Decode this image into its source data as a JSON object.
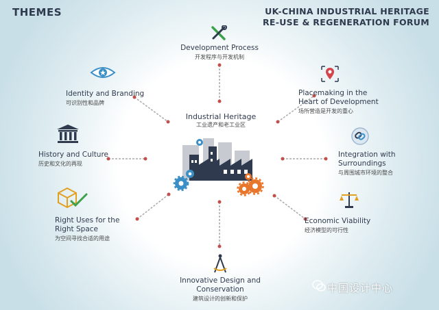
{
  "header": {
    "themes": "THEMES",
    "forum_line1": "UK-CHINA INDUSTRIAL HERITAGE",
    "forum_line2": "RE-USE & REGENERATION FORUM"
  },
  "center": {
    "en": "Industrial Heritage",
    "zh": "工业遗产和老工业区"
  },
  "nodes": {
    "development": {
      "en": "Development Process",
      "zh": "开发程序与开发机制",
      "icon": "tools-icon"
    },
    "placemaking": {
      "en1": "Placemaking in the",
      "en2": "Heart of Development",
      "zh": "场所营造是开发的重心",
      "icon": "map-pin-icon"
    },
    "integration": {
      "en1": "Integration with",
      "en2": "Surroundings",
      "zh": "与周围城市环境的整合",
      "icon": "link-icon"
    },
    "economic": {
      "en": "Economic Viability",
      "zh": "经济模型的可行性",
      "icon": "scales-icon"
    },
    "innovative": {
      "en1": "Innovative Design and",
      "en2": "Conservation",
      "zh": "建筑设计的创新和保护",
      "icon": "compass-icon"
    },
    "right_uses": {
      "en1": "Right Uses for the",
      "en2": "Right Space",
      "zh": "为空间寻找合适的用途",
      "icon": "cube-check-icon"
    },
    "history": {
      "en": "History and Culture",
      "zh": "历史和文化的再现",
      "icon": "museum-icon"
    },
    "identity": {
      "en": "Identity and Branding",
      "zh": "可识别性和品牌",
      "icon": "eye-star-icon"
    }
  },
  "watermark": {
    "text": "中国设计中心"
  },
  "colors": {
    "navy": "#2f3a4e",
    "accent_red": "#c0504d",
    "gear_blue": "#3b8fc7",
    "gear_orange": "#e8762b",
    "green": "#3da04a",
    "gold": "#e2a023"
  }
}
